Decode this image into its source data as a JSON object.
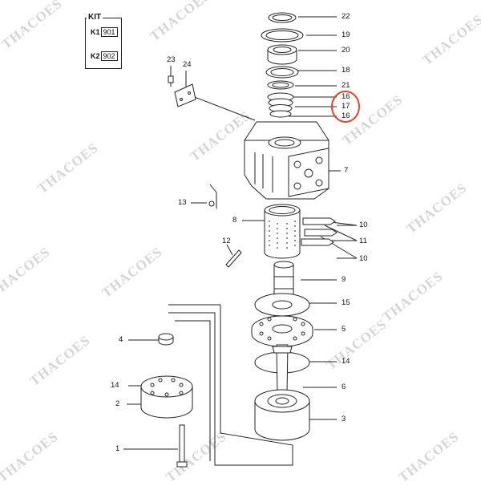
{
  "kit": {
    "title": "KIT",
    "rows": [
      {
        "label": "K1",
        "code": "901"
      },
      {
        "label": "K2",
        "code": "902"
      }
    ]
  },
  "callouts": [
    "22",
    "19",
    "20",
    "18",
    "21",
    "16",
    "17",
    "16",
    "7",
    "23",
    "24",
    "13",
    "8",
    "10",
    "11",
    "10",
    "12",
    "9",
    "15",
    "5",
    "4",
    "14",
    "14",
    "6",
    "2",
    "3",
    "1"
  ],
  "watermark": "THACOES",
  "highlight_color": "#e0432a"
}
